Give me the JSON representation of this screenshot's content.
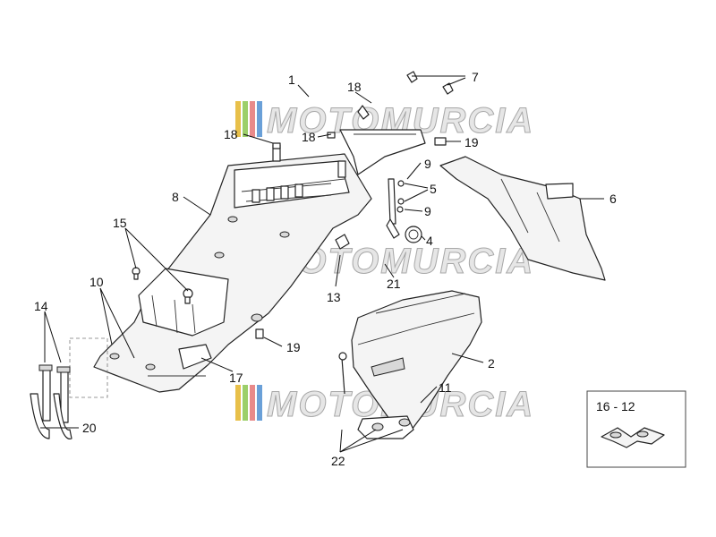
{
  "watermark": {
    "text": "MOTOMURCIA",
    "stripe_colors": [
      "#e8c04a",
      "#9ccf6a",
      "#e88a8a",
      "#6aa0d8"
    ]
  },
  "callouts": {
    "c1": "1",
    "c18a": "18",
    "c18b": "18",
    "c18c": "18",
    "c7": "7",
    "c19a": "19",
    "c9a": "9",
    "c5": "5",
    "c9b": "9",
    "c6": "6",
    "c8": "8",
    "c15": "15",
    "c4": "4",
    "c21": "21",
    "c13": "13",
    "c10": "10",
    "c14": "14",
    "c19b": "19",
    "c2": "2",
    "c17": "17",
    "c11": "11",
    "c20": "20",
    "c22": "22"
  },
  "inset": {
    "label": "16 - 12"
  }
}
